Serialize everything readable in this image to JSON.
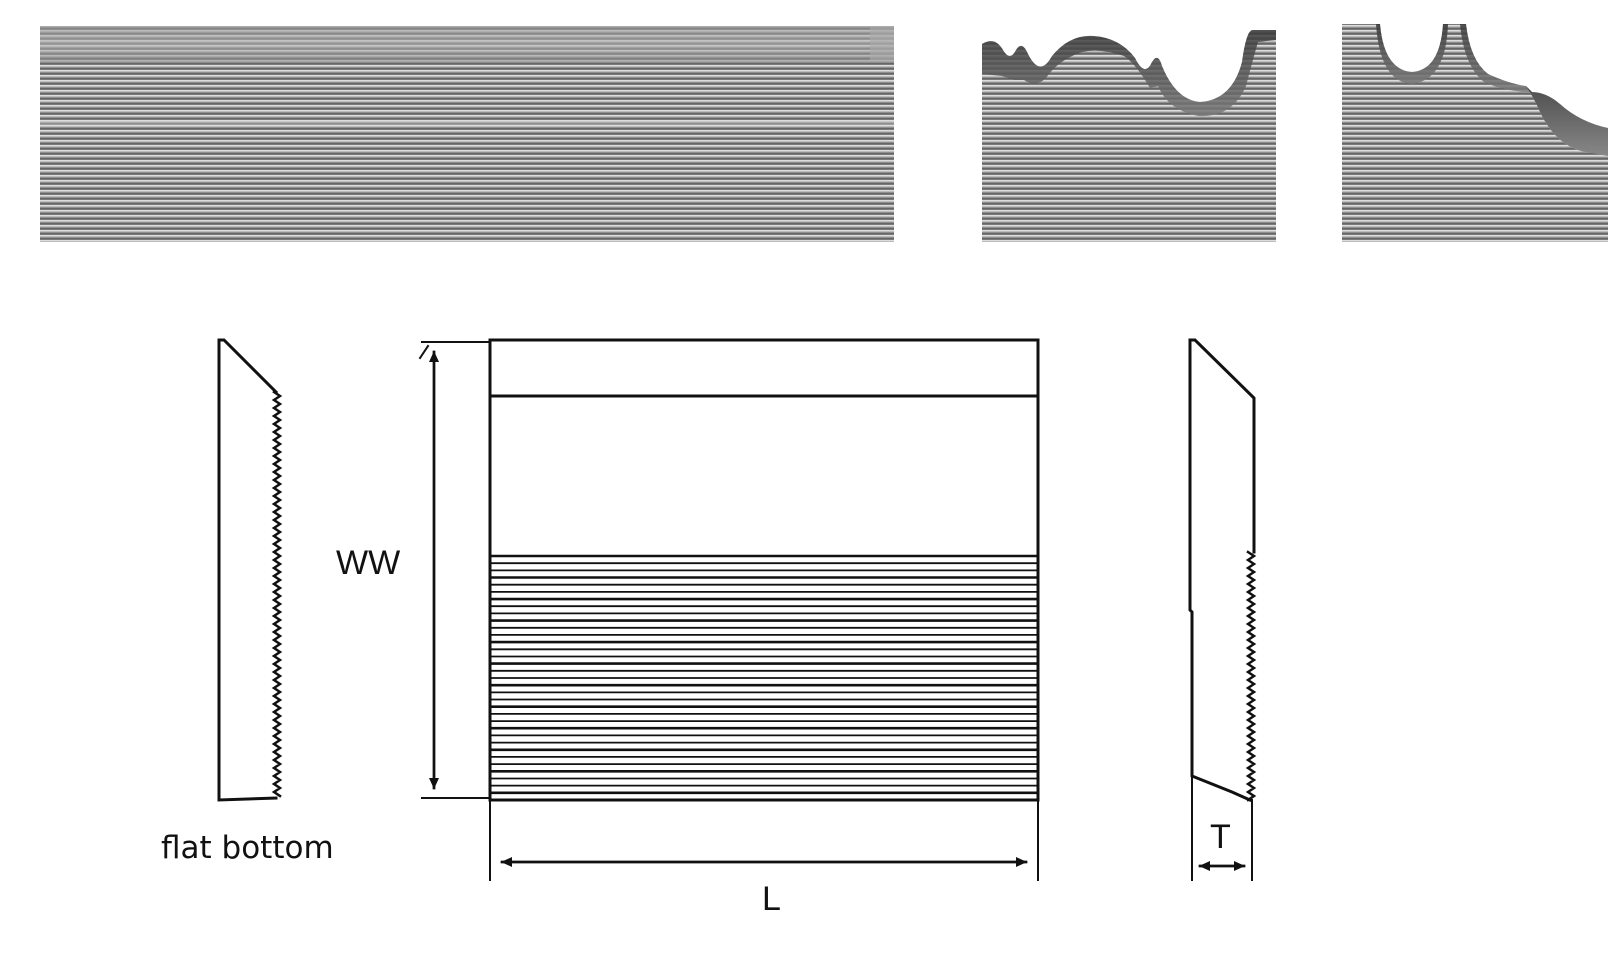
{
  "labels": {
    "height_dimension": "WW",
    "length_dimension": "L",
    "thickness_dimension": "T",
    "left_profile_caption": "flat bottom"
  },
  "photos": [
    {
      "name": "straight-knife-blank-photo"
    },
    {
      "name": "wave-profile-knife-photo"
    },
    {
      "name": "cove-profile-knife-photo"
    }
  ],
  "colors": {
    "line": "#111111",
    "steel_light": "#c9c9c9",
    "steel_dark": "#4a4a4a"
  }
}
